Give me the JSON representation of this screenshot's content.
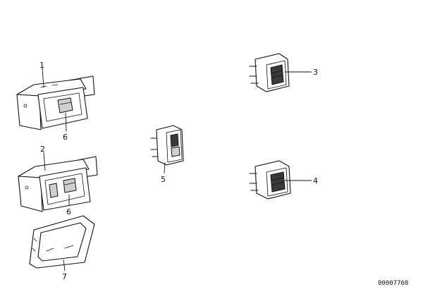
{
  "diagram": {
    "callouts": {
      "c1": "1",
      "c2": "2",
      "c3": "3",
      "c4": "4",
      "c5": "5",
      "c6a": "6",
      "c6b": "6",
      "c7": "7"
    },
    "reference_number": "00007760"
  }
}
